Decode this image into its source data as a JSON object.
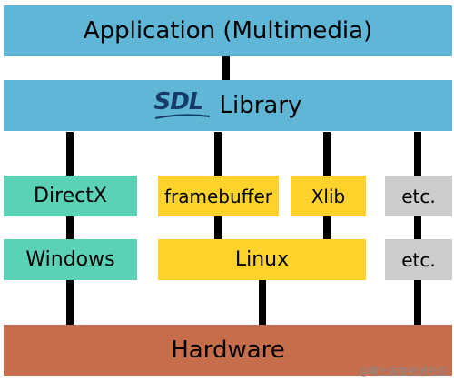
{
  "diagram": {
    "application": {
      "label": "Application (Multimedia)"
    },
    "library": {
      "logo_text": "SDL",
      "label": "Library"
    },
    "backends": {
      "directx": "DirectX",
      "framebuffer": "framebuffer",
      "xlib": "Xlib",
      "etc_top": "etc."
    },
    "platforms": {
      "windows": "Windows",
      "linux": "Linux",
      "etc_bottom": "etc."
    },
    "hardware": {
      "label": "Hardware"
    },
    "colors": {
      "app_library": "#5fb6d6",
      "windows_stack": "#5bd1b5",
      "linux_stack": "#fdd22a",
      "other_stack": "#cccccc",
      "hardware": "#c66d4b",
      "sdl_logo": "#163b6b"
    }
  },
  "watermark": "@稀土掘金技术社区"
}
